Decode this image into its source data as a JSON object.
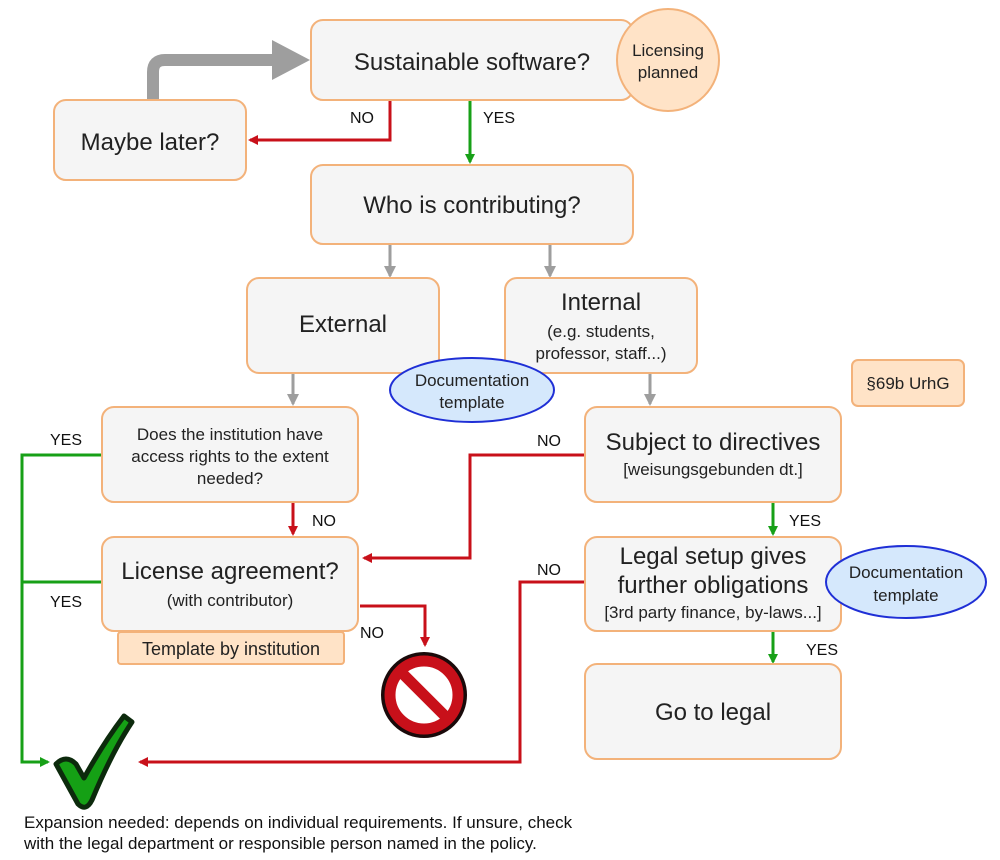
{
  "nodes": {
    "sustainable": "Sustainable software?",
    "maybe_later": "Maybe later?",
    "who": "Who is contributing?",
    "external": "External",
    "internal_title": "Internal",
    "internal_sub_1": "(e.g. students,",
    "internal_sub_2": "professor, staff...)",
    "access_1": "Does the institution have",
    "access_2": "access rights to the extent",
    "access_3": "needed?",
    "license_title": "License agreement?",
    "license_sub": "(with contributor)",
    "subject_title": "Subject to directives",
    "subject_sub": "[weisungsgebunden dt.]",
    "legal_1": "Legal setup gives",
    "legal_2": "further obligations",
    "legal_3": "[3rd party finance, by-laws...]",
    "go_legal": "Go to legal"
  },
  "annotations": {
    "licensing_1": "Licensing",
    "licensing_2": "planned",
    "doc_template_1a": "Documentation",
    "doc_template_1b": "template",
    "doc_template_2a": "Documentation",
    "doc_template_2b": "template",
    "paragraph": "§69b UrhG",
    "template_institution": "Template by institution"
  },
  "edge_labels": {
    "sustainable_no": "NO",
    "sustainable_yes": "YES",
    "access_yes": "YES",
    "access_no": "NO",
    "license_yes": "YES",
    "license_no": "NO",
    "subject_no": "NO",
    "subject_yes": "YES",
    "legal_no": "NO",
    "legal_yes": "YES"
  },
  "footer": {
    "line1": "Expansion needed: depends on individual requirements. If unsure, check",
    "line2": "with the legal department or responsible person named in the policy."
  },
  "colors": {
    "box_fill": "#f5f5f5",
    "box_stroke": "#f3b27a",
    "tag_fill": "#ffe3c7",
    "ellipse_fill": "#d5e8fc",
    "ellipse_stroke": "#1f2fd6",
    "yes_arrow": "#17a017",
    "no_arrow": "#c8101a",
    "neutral_arrow": "#9e9e9e"
  }
}
